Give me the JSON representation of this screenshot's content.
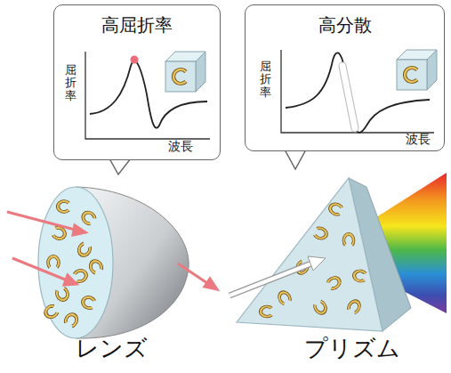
{
  "diagram": {
    "nodes": [
      {
        "text": [
          "高屈折率",
          "屈折率",
          "波長"
        ]
      },
      {
        "text": [
          "高分散",
          "屈折率",
          "波長"
        ]
      }
    ],
    "labels": [
      "レンズ",
      "プリズム"
    ]
  }
}
